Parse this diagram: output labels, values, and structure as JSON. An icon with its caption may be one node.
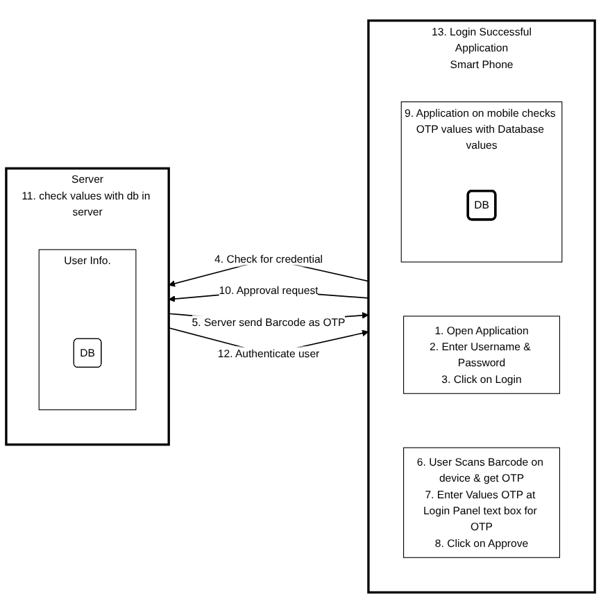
{
  "diagram": {
    "nodes": [
      {
        "text": [
          "Server",
          "11. check values with db in server"
        ]
      },
      {
        "text": [
          "User Info."
        ],
        "in": 0
      },
      {
        "text": [
          "DB"
        ],
        "in": 1
      },
      {
        "text": [
          "13. Login Successful",
          "Application",
          "Smart Phone"
        ]
      },
      {
        "text": [
          "1. Open Application",
          "2. Enter Username & Password",
          "3. Click on Login"
        ],
        "in": 3
      },
      {
        "text": [
          "6. User Scans Barcode on device & get OTP",
          "7. Enter Values OTP at Login Panel text box for OTP",
          "8. Click on Approve"
        ],
        "in": 3
      },
      {
        "text": [
          "9. Application on mobile checks OTP values with Database values"
        ],
        "in": 3
      },
      {
        "text": [
          "DB"
        ],
        "in": 6
      }
    ],
    "edges": [
      {
        "from": 3,
        "to": 0,
        "arrow": "to",
        "label": "4. Check for credential"
      },
      {
        "from": 0,
        "to": 3,
        "arrow": "to",
        "label": "5. Server send Barcode as OTP"
      },
      {
        "from": 3,
        "to": 0,
        "arrow": "to",
        "label": "10. Approval request"
      },
      {
        "from": 0,
        "to": 3,
        "arrow": "to",
        "label": "12. Authenticate user"
      }
    ]
  }
}
